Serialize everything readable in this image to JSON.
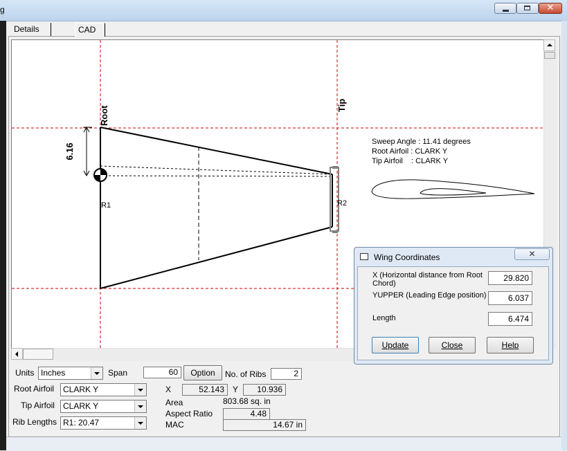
{
  "window": {
    "title": "g"
  },
  "tabs": [
    {
      "label": "Details"
    },
    {
      "label": "CAD"
    }
  ],
  "drawing": {
    "root_label": "Root",
    "tip_label": "Tip",
    "root_chord_dim": "6.16",
    "rib1_label": "R1",
    "rib2_label": "R2",
    "sweep_angle": "Sweep Angle : 11.41 degrees",
    "root_airfoil_info": "Root Airfoil : CLARK Y",
    "tip_airfoil_info": "Tip Airfoil    : CLARK Y"
  },
  "controls": {
    "units_label": "Units",
    "units_value": "Inches",
    "span_label": "Span",
    "span_value": "60",
    "option_button": "Option",
    "ribs_label": "No. of Ribs",
    "ribs_value": "2",
    "root_airfoil_label": "Root Airfoil",
    "root_airfoil_value": "CLARK Y",
    "tip_airfoil_label": "Tip Airfoil",
    "tip_airfoil_value": "CLARK Y",
    "rib_lengths_label": "Rib Lengths",
    "rib_lengths_value": "R1: 20.47",
    "x_label": "X",
    "x_value": "52.143",
    "y_label": "Y",
    "y_value": "10.936",
    "area_label": "Area",
    "area_value": "803.68 sq. in",
    "aspect_label": "Aspect Ratio",
    "aspect_value": "4.48",
    "mac_label": "MAC",
    "mac_value": "14.67 in"
  },
  "dialog": {
    "title": "Wing Coordinates",
    "x_label": "X (Horizontal distance from Root Chord)",
    "x_value": "29.820",
    "yupper_label": "YUPPER (Leading Edge position)",
    "yupper_value": "6.037",
    "length_label": "Length",
    "length_value": "6.474",
    "update_button": "Update",
    "close_button": "Close",
    "help_button": "Help"
  },
  "colors": {
    "guide_line": "#cc0000",
    "titlebar": "#c9dcf0",
    "close_button": "#c7492f"
  }
}
